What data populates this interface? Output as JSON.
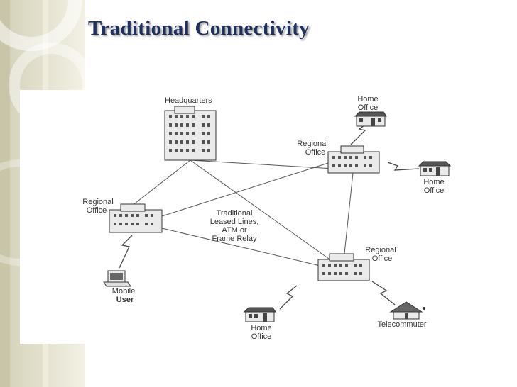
{
  "slide": {
    "title": "Traditional Connectivity"
  },
  "diagram": {
    "headquarters": "Headquarters",
    "regional_top_right": [
      "Regional",
      "Office"
    ],
    "regional_left": [
      "Regional",
      "Office"
    ],
    "regional_bottom": [
      "Regional",
      "Office"
    ],
    "home_top": [
      "Home",
      "Office"
    ],
    "home_right": [
      "Home",
      "Office"
    ],
    "home_bottom": [
      "Home",
      "Office"
    ],
    "mobile_user": [
      "Mobile",
      "User"
    ],
    "telecommuter": "Telecommuter",
    "leased_lines": [
      "Traditional",
      "Leased Lines,",
      "ATM or",
      "Frame Relay"
    ]
  }
}
